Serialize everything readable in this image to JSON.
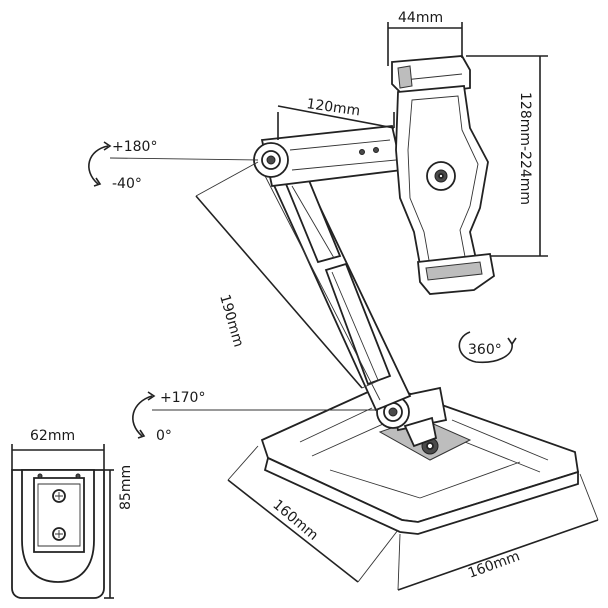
{
  "labels": {
    "top_clamp_width": "44mm",
    "arm_length": "120mm",
    "clamp_range": "128mm-224mm",
    "upper_rot_pos": "+180°",
    "upper_rot_neg": "-40°",
    "clamp_rotation": "360°",
    "arm_height": "190mm",
    "base_rot_pos": "+170°",
    "base_rot_zero": "0°",
    "base_depth": "160mm",
    "base_width": "160mm",
    "mount_width": "62mm",
    "mount_height": "85mm"
  }
}
